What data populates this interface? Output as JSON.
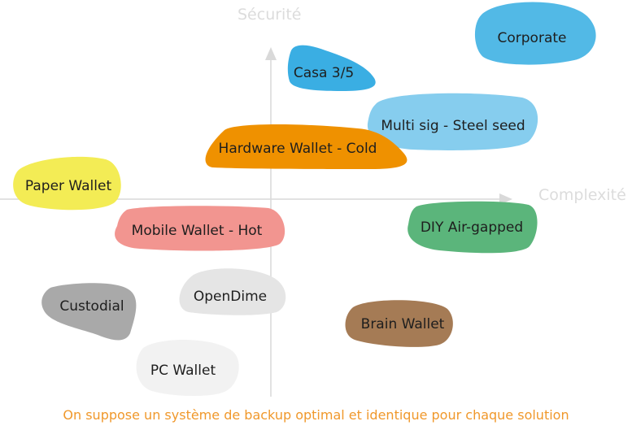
{
  "axes": {
    "y_label": "Sécurité",
    "x_label": "Complexité"
  },
  "blobs": [
    {
      "id": "corporate",
      "label": "Corporate",
      "color": "#52b9e6"
    },
    {
      "id": "casa",
      "label": "Casa 3/5",
      "color": "#3aaee3"
    },
    {
      "id": "multisig",
      "label": "Multi sig - Steel seed",
      "color": "#86cdee"
    },
    {
      "id": "hardware",
      "label": "Hardware Wallet - Cold",
      "color": "#ef9100"
    },
    {
      "id": "paper",
      "label": "Paper Wallet",
      "color": "#f3ec55"
    },
    {
      "id": "mobile",
      "label": "Mobile Wallet - Hot",
      "color": "#f29590"
    },
    {
      "id": "diy",
      "label": "DIY Air-gapped",
      "color": "#5bb57b"
    },
    {
      "id": "custodial",
      "label": "Custodial",
      "color": "#a9a9a9"
    },
    {
      "id": "opendime",
      "label": "OpenDime",
      "color": "#e5e5e5"
    },
    {
      "id": "brain",
      "label": "Brain Wallet",
      "color": "#a57b55"
    },
    {
      "id": "pc",
      "label": "PC Wallet",
      "color": "#f2f2f2"
    }
  ],
  "footnote": "On suppose un système de backup optimal et identique pour chaque solution",
  "colors": {
    "axis": "#d9d9d9",
    "axis_label": "#dcdcdc",
    "footnote": "#f0982b",
    "text": "#1e1e1e"
  }
}
